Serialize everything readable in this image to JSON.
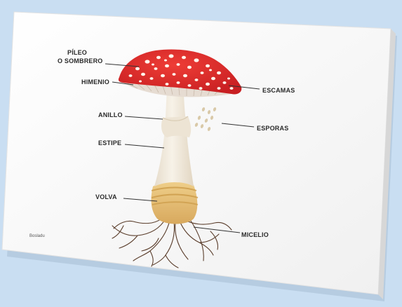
{
  "labels": {
    "pileo": "PÍLEO",
    "sombrero": "O SOMBRERO",
    "himenio": "HIMENIO",
    "anillo": "ANILLO",
    "estipe": "ESTIPE",
    "volva": "VOLVA",
    "escamas": "ESCAMAS",
    "esporas": "ESPORAS",
    "micelio": "MICELIO"
  },
  "watermark": "Bosladu",
  "colors": {
    "background": "#c9def2",
    "board": "#fbfbfb",
    "cap": "#e02b2b",
    "spots": "#fff6ec",
    "stem": "#f1ebdf",
    "volva": "#e9c27a",
    "roots": "#5a3d2b",
    "leader": "#333333"
  }
}
